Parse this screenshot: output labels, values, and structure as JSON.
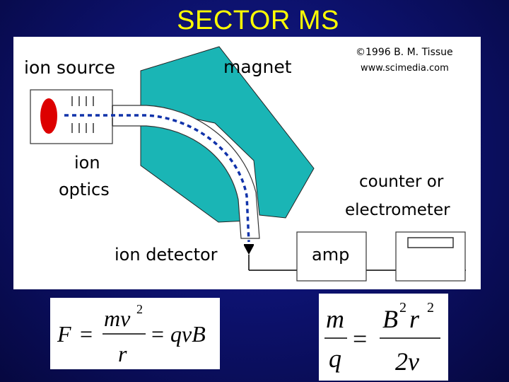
{
  "slide": {
    "title": "SECTOR MS"
  },
  "diagram": {
    "labels": {
      "ion_source": "ion source",
      "magnet": "magnet",
      "copyright": "©1996 B. M. Tissue",
      "website": "www.scimedia.com",
      "ion_optics_line1": "ion",
      "ion_optics_line2": "optics",
      "counter_line1": "counter or",
      "counter_line2": "electrometer",
      "ion_detector": "ion detector",
      "amp": "amp"
    },
    "colors": {
      "magnet": "#1ab5b5",
      "ion_blob": "#dd0000",
      "ion_path": "#1133aa"
    }
  },
  "equations": {
    "force_balance": {
      "F": "F",
      "equals1": "=",
      "numerator": "mv",
      "numerator_exp": "2",
      "denominator": "r",
      "equals2": "=",
      "rhs": "qvB"
    },
    "mass_to_charge": {
      "lhs_num": "m",
      "lhs_den": "q",
      "equals": "=",
      "rhs_num_B": "B",
      "rhs_num_B_exp": "2",
      "rhs_num_r": "r",
      "rhs_num_r_exp": "2",
      "rhs_den": "2v"
    }
  }
}
